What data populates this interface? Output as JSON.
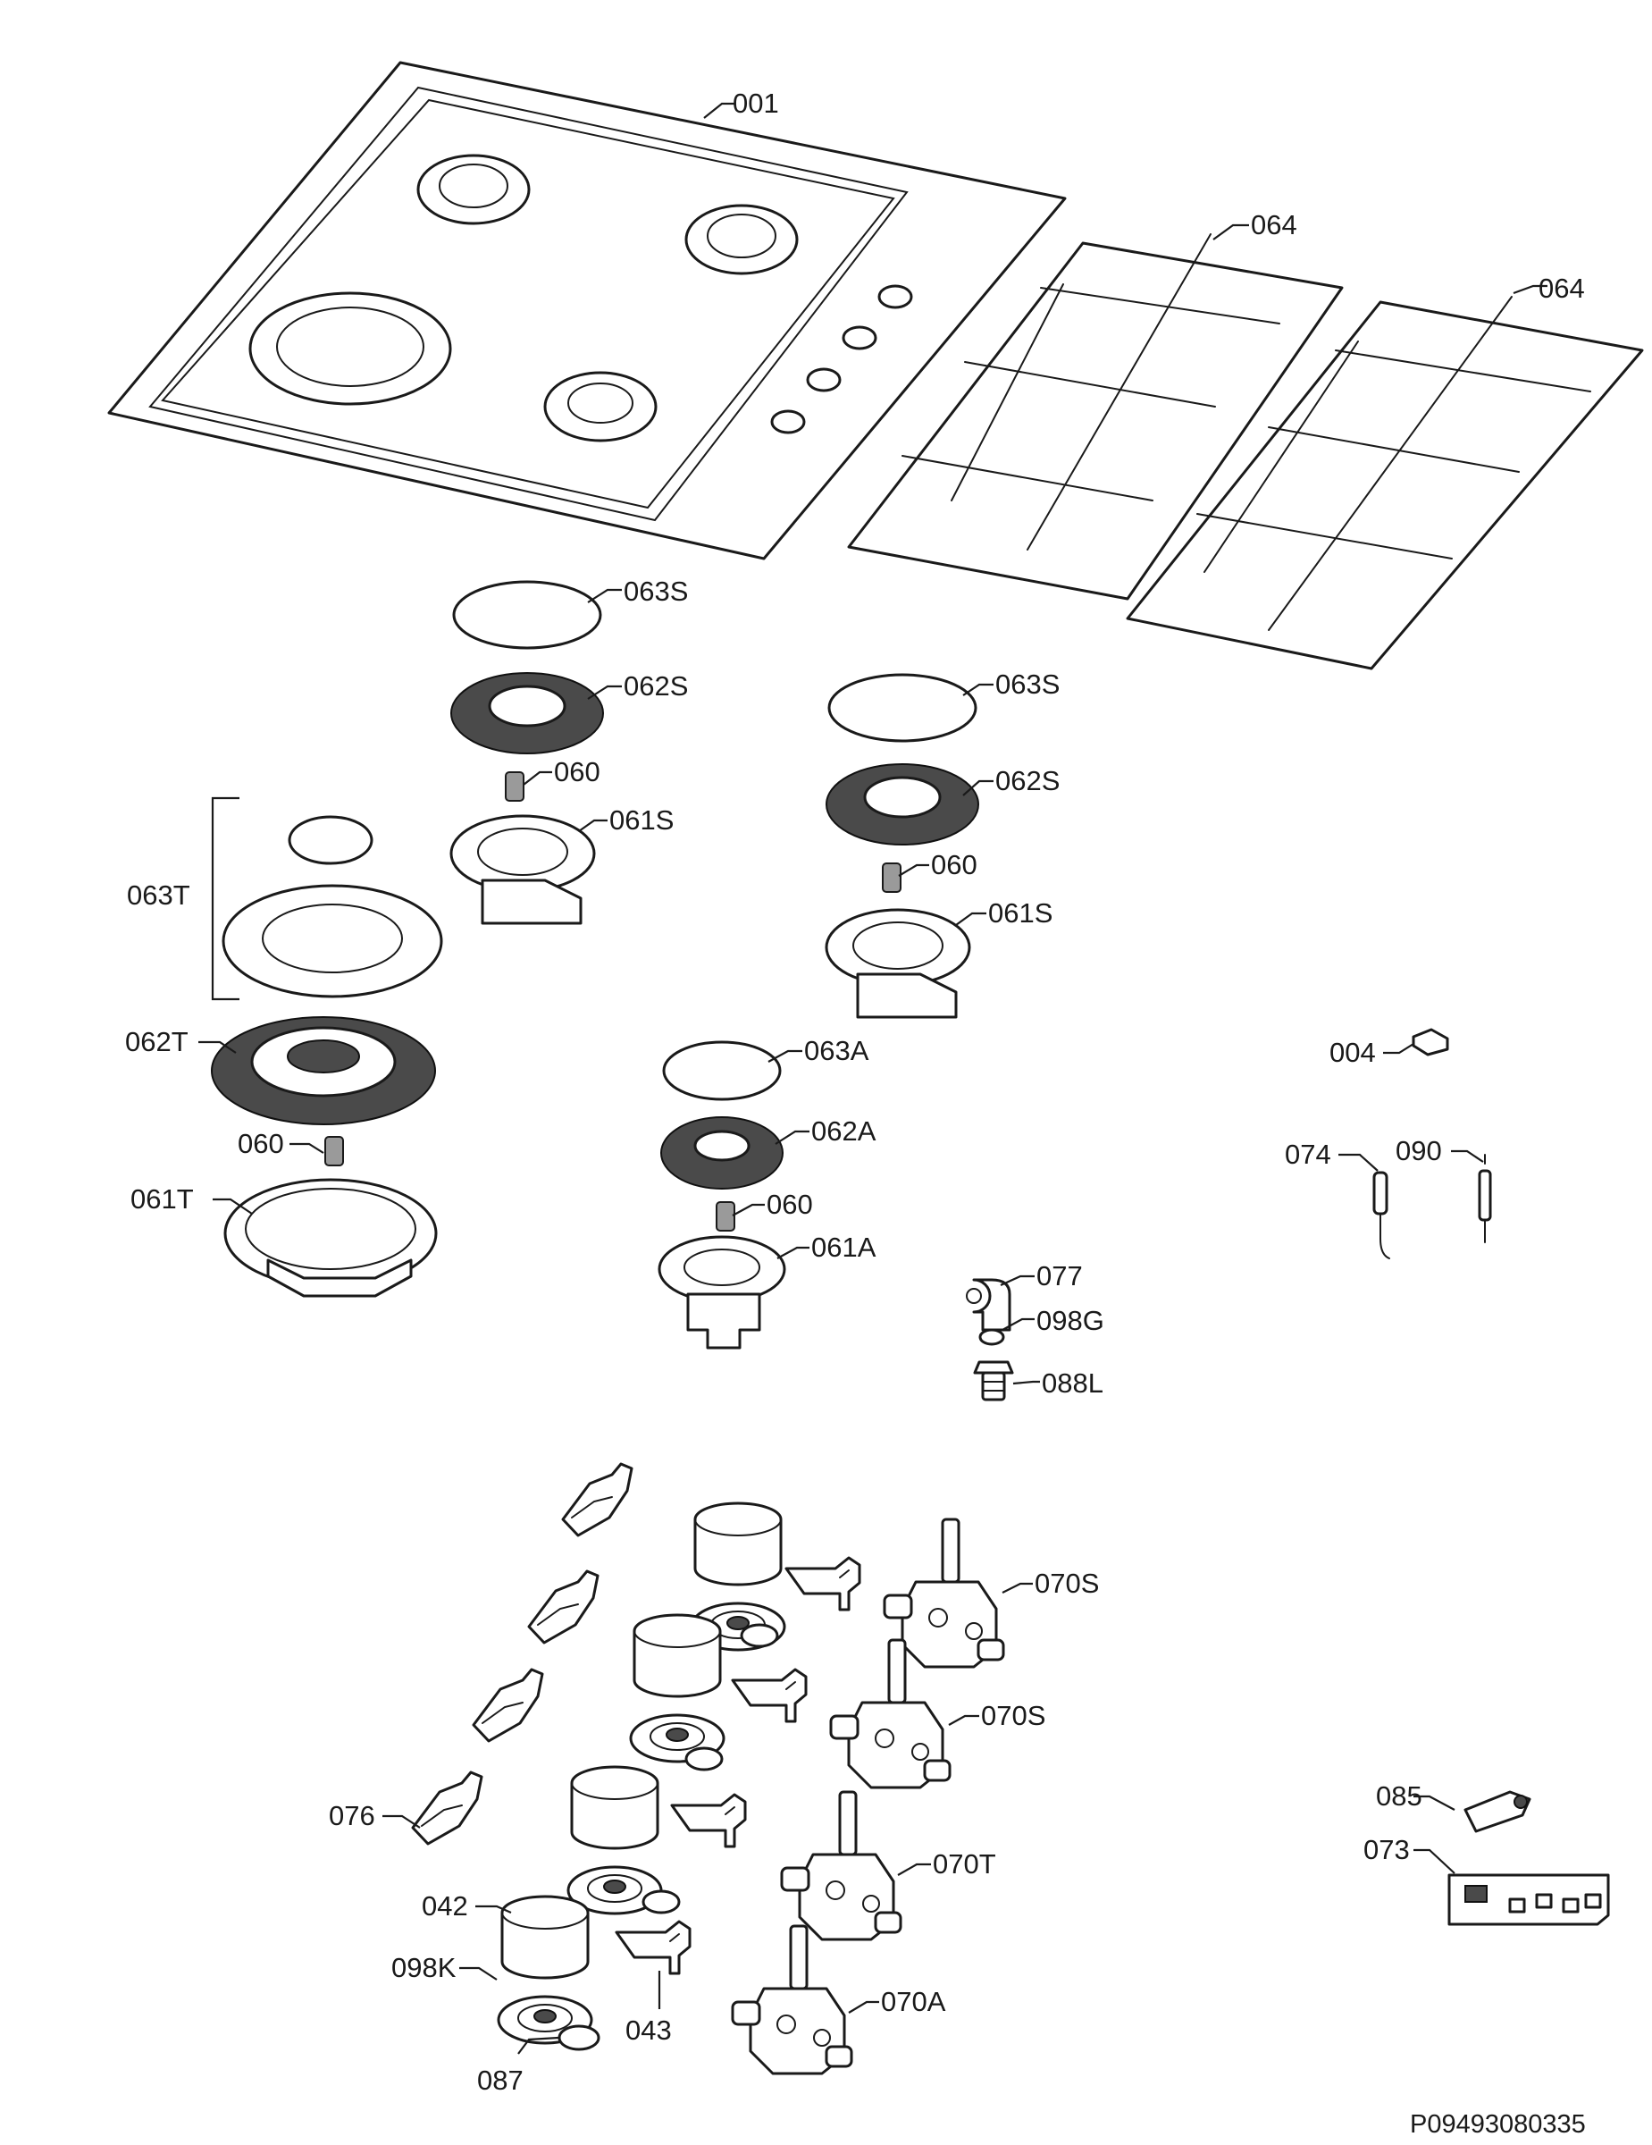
{
  "document_code": "P09493080335",
  "labels": {
    "l001": "001",
    "l064a": "064",
    "l064b": "064",
    "l063S_1": "063S",
    "l062S_1": "062S",
    "l060_1": "060",
    "l061S_1": "061S",
    "l063S_2": "063S",
    "l062S_2": "062S",
    "l060_2": "060",
    "l061S_2": "061S",
    "l063T": "063T",
    "l062T": "062T",
    "l060_3": "060",
    "l061T": "061T",
    "l063A": "063A",
    "l062A": "062A",
    "l060_4": "060",
    "l061A": "061A",
    "l004": "004",
    "l074": "074",
    "l090": "090",
    "l077": "077",
    "l098G": "098G",
    "l088L": "088L",
    "l070S_1": "070S",
    "l070S_2": "070S",
    "l070T": "070T",
    "l070A": "070A",
    "l076": "076",
    "l042": "042",
    "l098K": "098K",
    "l043": "043",
    "l087": "087",
    "l085": "085",
    "l073": "073"
  }
}
